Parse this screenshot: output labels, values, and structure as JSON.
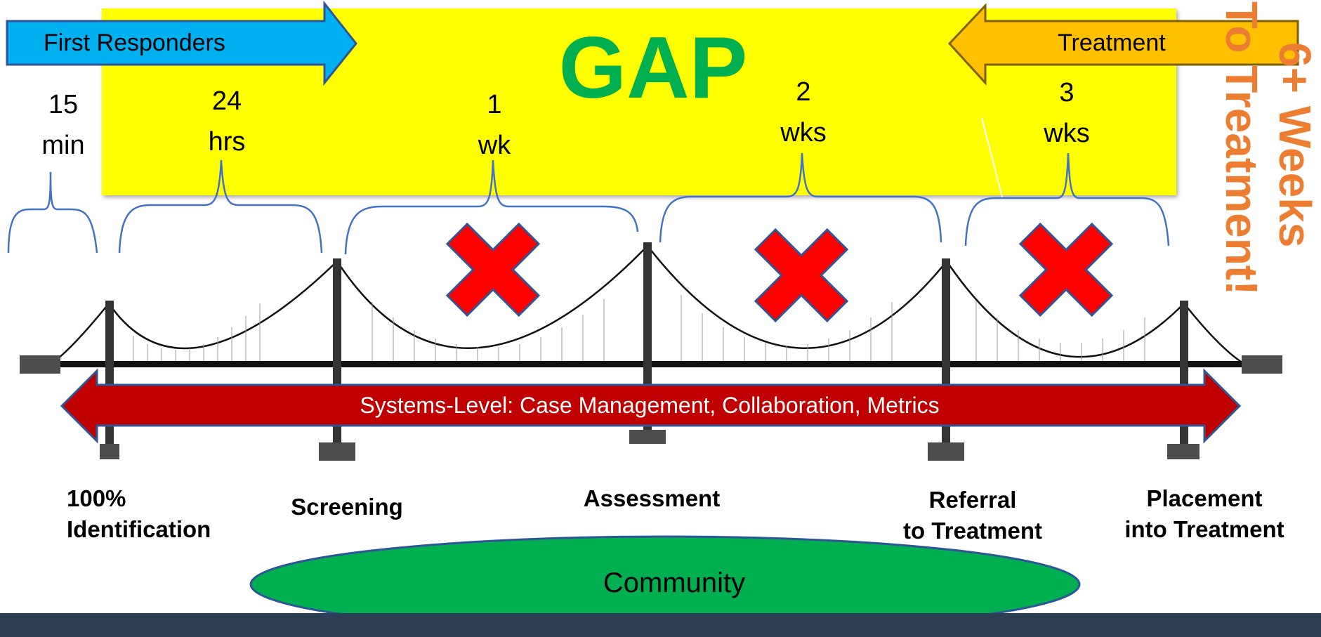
{
  "gap_label": "GAP",
  "arrows": {
    "first_responders": "First Responders",
    "treatment": "Treatment"
  },
  "time_labels": [
    {
      "line1": "15",
      "line2": "min"
    },
    {
      "line1": "24",
      "line2": "hrs"
    },
    {
      "line1": "1",
      "line2": "wk"
    },
    {
      "line1": "2",
      "line2": "wks"
    },
    {
      "line1": "3",
      "line2": "wks"
    }
  ],
  "vertical_text": {
    "line1": "6+ Weeks",
    "line2": "To Treatment!"
  },
  "systems_level": "Systems-Level: Case Management, Collaboration, Metrics",
  "stages": [
    {
      "line1": "100%",
      "line2": "Identification"
    },
    {
      "line1": "Screening",
      "line2": ""
    },
    {
      "line1": "Assessment",
      "line2": ""
    },
    {
      "line1": "Referral",
      "line2": "to Treatment"
    },
    {
      "line1": "Placement",
      "line2": "into Treatment"
    }
  ],
  "community": "Community",
  "colors": {
    "gap_background": "#ffff00",
    "gap_text": "#00b050",
    "first_responders_arrow": "#00b0f0",
    "treatment_arrow": "#ffc000",
    "orange_text": "#ed7d31",
    "systems_arrow": "#c00000",
    "x_mark": "#ff0000",
    "community": "#00b050",
    "footer": "#2e3e55"
  }
}
